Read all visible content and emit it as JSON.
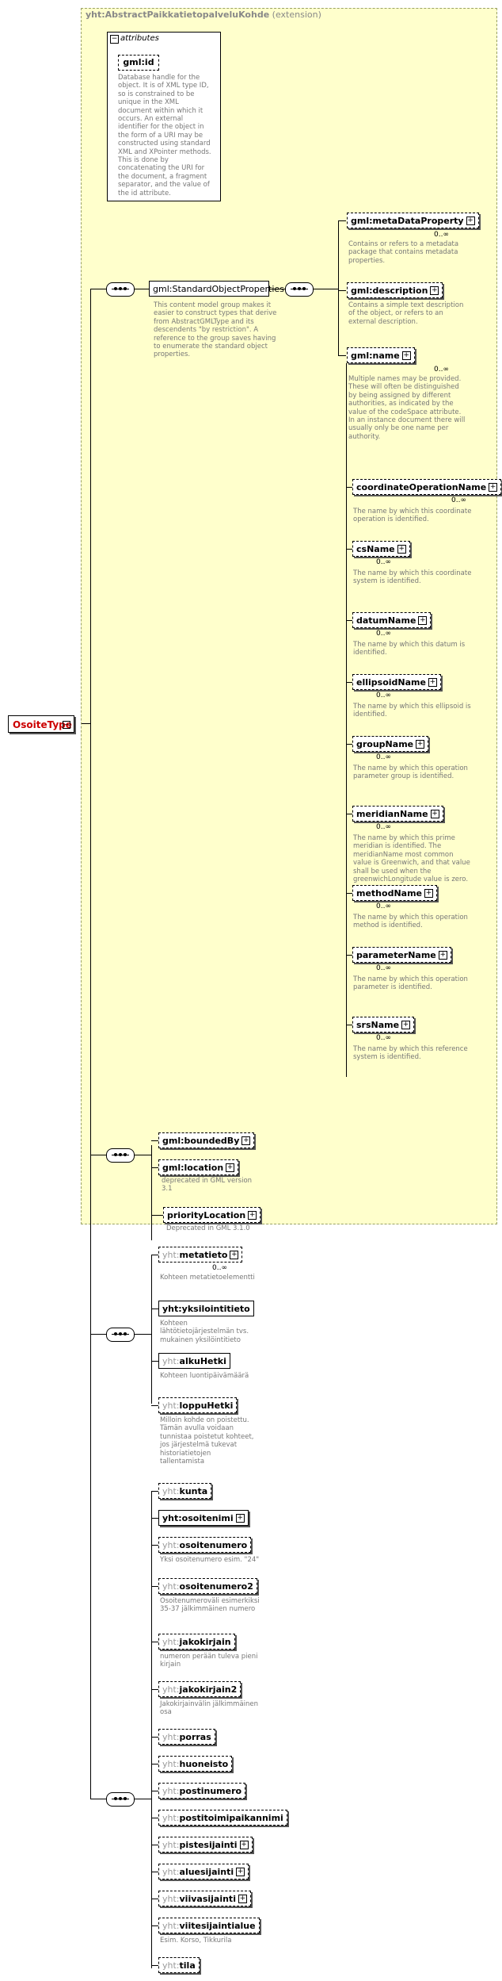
{
  "root": {
    "label": "OsoiteType"
  },
  "extension": {
    "type": "yht:AbstractPaikkatietopalveluKohde",
    "suffix": "(extension)"
  },
  "attributes": {
    "header": "attributes",
    "item": {
      "label": "gml:id",
      "doc": "Database handle for the object.  It is of XML type ID, so is constrained to be unique in the XML document within which it occurs.  An external identifier for the object in the form of a URI may be constructed using standard XML and XPointer methods.  This is done by concatenating the URI for the document, a fragment separator, and the value of the id attribute."
    }
  },
  "std_group": {
    "label": "gml:StandardObjectProperties",
    "doc": "This content model group makes it easier to construct types that derive from AbstractGMLType and its descendents \"by restriction\".  A reference to the group saves having to enumerate the standard object properties."
  },
  "std_elements": [
    {
      "label": "gml:metaDataProperty",
      "card": "0..∞",
      "doc": "Contains or refers to a metadata package that contains metadata properties."
    },
    {
      "label": "gml:description",
      "card": "",
      "doc": "Contains a simple text description of the object, or refers to an external description."
    },
    {
      "label": "gml:name",
      "card": "0..∞",
      "doc": "Multiple names may be provided.  These will often be distinguished by being assigned by different authorities, as indicated by the value of the codeSpace attribute.  In an instance document there will usually only be one name per authority."
    }
  ],
  "name_subs": [
    {
      "label": "coordinateOperationName",
      "card": "0..∞",
      "doc": "The name by which this coordinate operation is identified."
    },
    {
      "label": "csName",
      "card": "0..∞",
      "doc": "The name by which this coordinate system is identified."
    },
    {
      "label": "datumName",
      "card": "0..∞",
      "doc": "The name by which this datum is identified."
    },
    {
      "label": "ellipsoidName",
      "card": "0..∞",
      "doc": "The name by which this ellipsoid is identified."
    },
    {
      "label": "groupName",
      "card": "0..∞",
      "doc": "The name by which this operation parameter group is identified."
    },
    {
      "label": "meridianName",
      "card": "0..∞",
      "doc": "The name by which this prime meridian is identified. The meridianName most common value is Greenwich, and that value shall be used when the greenwichLongitude value is zero."
    },
    {
      "label": "methodName",
      "card": "0..∞",
      "doc": "The name by which this operation method is identified."
    },
    {
      "label": "parameterName",
      "card": "0..∞",
      "doc": "The name by which this operation parameter is identified."
    },
    {
      "label": "srsName",
      "card": "0..∞",
      "doc": "The name by which this reference system is identified."
    }
  ],
  "bounds": [
    {
      "label": "gml:boundedBy",
      "doc": ""
    },
    {
      "label": "gml:location",
      "doc": "deprecated in GML version 3.1"
    },
    {
      "label": "priorityLocation",
      "doc": "Deprecated in GML 3.1.0"
    }
  ],
  "meta": [
    {
      "prefix": "yht:",
      "name": "metatieto",
      "card": "0..∞",
      "doc": "Kohteen metatietoelementti"
    },
    {
      "prefix": "",
      "name": "yht:yksilointitieto",
      "card": "",
      "doc": "Kohteen lähtötietojärjestelmän  tvs. mukainen yksilöintitieto"
    },
    {
      "prefix": "yht:",
      "name": "alkuHetki",
      "card": "",
      "doc": "Kohteen luontipäivämäärä"
    },
    {
      "prefix": "yht:",
      "name": "loppuHetki",
      "card": "",
      "doc": "Milloin kohde on poistettu. Tämän avulla voidaan tunnistaa poistetut kohteet, jos järjestelmä tukevat historiatietojen tallentamista"
    }
  ],
  "address": [
    {
      "prefix": "yht:",
      "name": "kunta",
      "doc": ""
    },
    {
      "prefix": "",
      "name": "yht:osoitenimi",
      "doc": ""
    },
    {
      "prefix": "yht:",
      "name": "osoitenumero",
      "doc": "Yksi osoitenumero esim. \"24\""
    },
    {
      "prefix": "yht:",
      "name": "osoitenumero2",
      "doc": "Osoitenumeroväli esimerkiksi 35-37 jälkimmäinen numero"
    },
    {
      "prefix": "yht:",
      "name": "jakokirjain",
      "doc": "numeron perään tuleva pieni kirjain"
    },
    {
      "prefix": "yht:",
      "name": "jakokirjain2",
      "doc": "Jakokirjainvälin jälkimmäinen osa"
    },
    {
      "prefix": "yht:",
      "name": "porras",
      "doc": ""
    },
    {
      "prefix": "yht:",
      "name": "huoneisto",
      "doc": ""
    },
    {
      "prefix": "yht:",
      "name": "postinumero",
      "doc": ""
    },
    {
      "prefix": "yht:",
      "name": "postitoimipaikannimi",
      "doc": ""
    },
    {
      "prefix": "yht:",
      "name": "pistesijainti",
      "doc": ""
    },
    {
      "prefix": "yht:",
      "name": "aluesijainti",
      "doc": ""
    },
    {
      "prefix": "yht:",
      "name": "viivasijainti",
      "doc": ""
    },
    {
      "prefix": "yht:",
      "name": "viitesijaintialue",
      "doc": "Esim. Korso, Tikkurila"
    },
    {
      "prefix": "yht:",
      "name": "tila",
      "doc": ""
    }
  ]
}
